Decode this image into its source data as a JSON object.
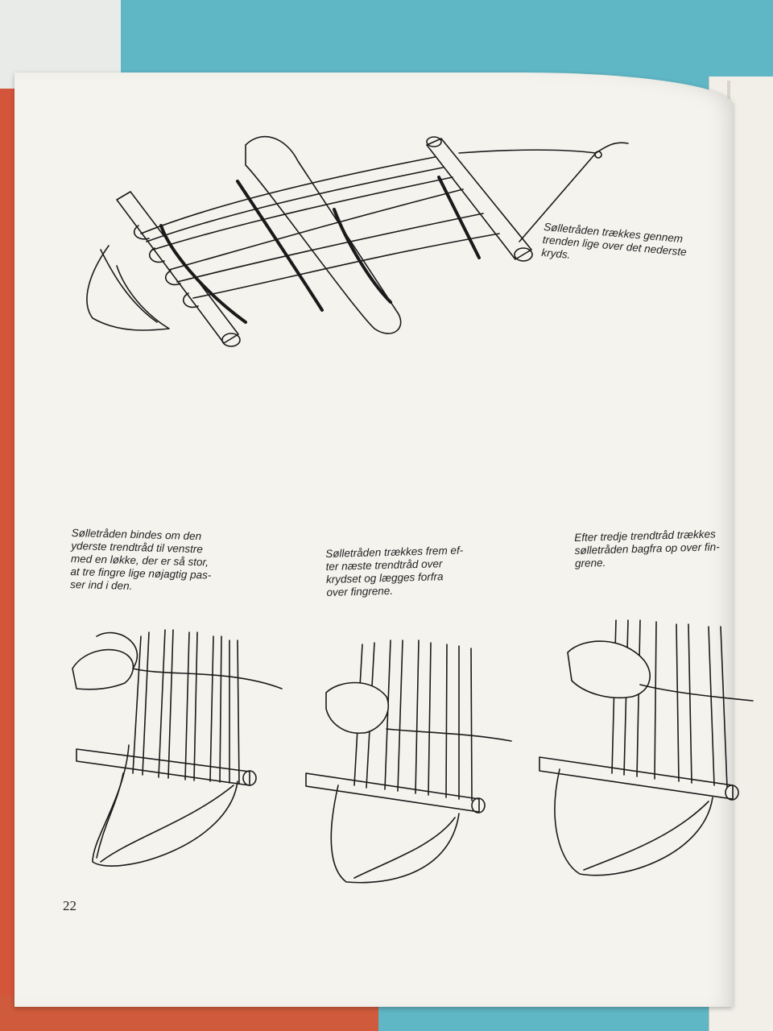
{
  "captions": {
    "top": "Sølletråden trækkes gennem\ntrenden lige over det nederste\nkryds.",
    "left": "Sølletråden bindes om den\nyderste trendtråd til venstre\nmed en løkke, der er så stor,\nat tre fingre lige nøjagtig pas-\nser ind i den.",
    "middle": "Sølletråden trækkes frem ef-\nter næste trendtråd over\nkrydset og lægges forfra\nover fingrene.",
    "right": "Efter tredje trendtråd trækkes\nsølletråden bagfra op over fin-\ngrene."
  },
  "page_number": "22"
}
